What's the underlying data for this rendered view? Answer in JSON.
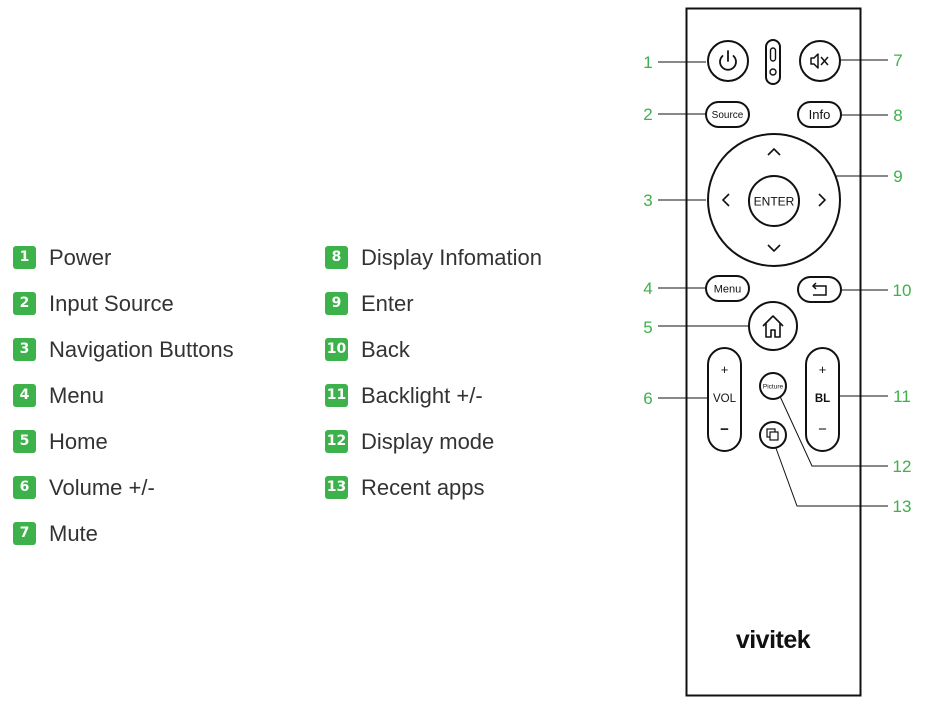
{
  "legend": [
    {
      "num": "1",
      "label": "Power"
    },
    {
      "num": "2",
      "label": "Input Source"
    },
    {
      "num": "3",
      "label": "Navigation Buttons"
    },
    {
      "num": "4",
      "label": "Menu"
    },
    {
      "num": "5",
      "label": "Home"
    },
    {
      "num": "6",
      "label": "Volume +/-"
    },
    {
      "num": "7",
      "label": "Mute"
    },
    {
      "num": "8",
      "label": "Display Infomation"
    },
    {
      "num": "9",
      "label": "Enter"
    },
    {
      "num": "10",
      "label": "Back"
    },
    {
      "num": "11",
      "label": "Backlight +/-"
    },
    {
      "num": "12",
      "label": "Display mode"
    },
    {
      "num": "13",
      "label": "Recent apps"
    }
  ],
  "remote": {
    "buttons": {
      "source": "Source",
      "info": "Info",
      "enter": "ENTER",
      "menu": "Menu",
      "vol": "VOL",
      "bl": "BL",
      "picture": "Picture",
      "plus": "+",
      "minus": "−"
    },
    "brand": "vivitek"
  },
  "colors": {
    "accent": "#3db14a",
    "outline": "#111111",
    "text": "#333333"
  }
}
